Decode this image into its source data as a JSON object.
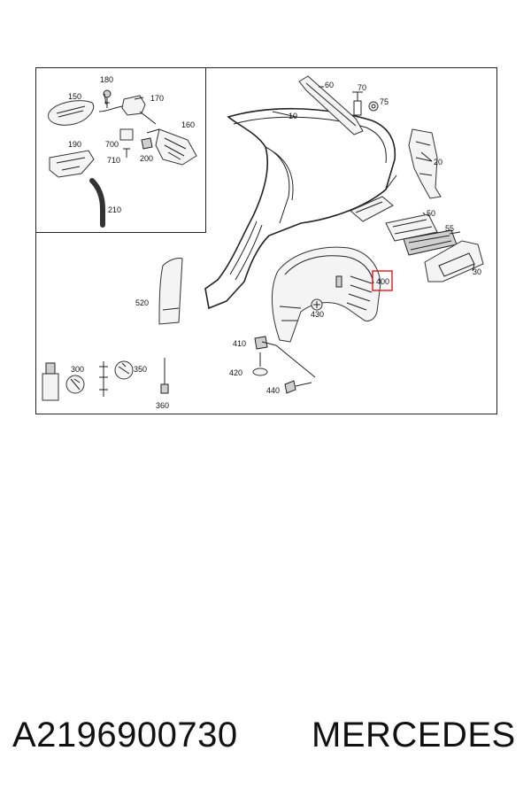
{
  "diagram": {
    "highlight_color": "#e0161b",
    "callouts": {
      "c10": "10",
      "c20": "20",
      "c30": "30",
      "c50": "50",
      "c55": "55",
      "c60": "60",
      "c70": "70",
      "c75": "75",
      "c150": "150",
      "c160": "160",
      "c170": "170",
      "c180": "180",
      "c190": "190",
      "c200": "200",
      "c210": "210",
      "c300": "300",
      "c350": "350",
      "c360": "360",
      "c400": "400",
      "c410": "410",
      "c420": "420",
      "c430": "430",
      "c440": "440",
      "c520": "520",
      "c700": "700",
      "c710": "710"
    }
  },
  "caption": {
    "part_number": "A2196900730",
    "brand": "MERCEDES"
  }
}
